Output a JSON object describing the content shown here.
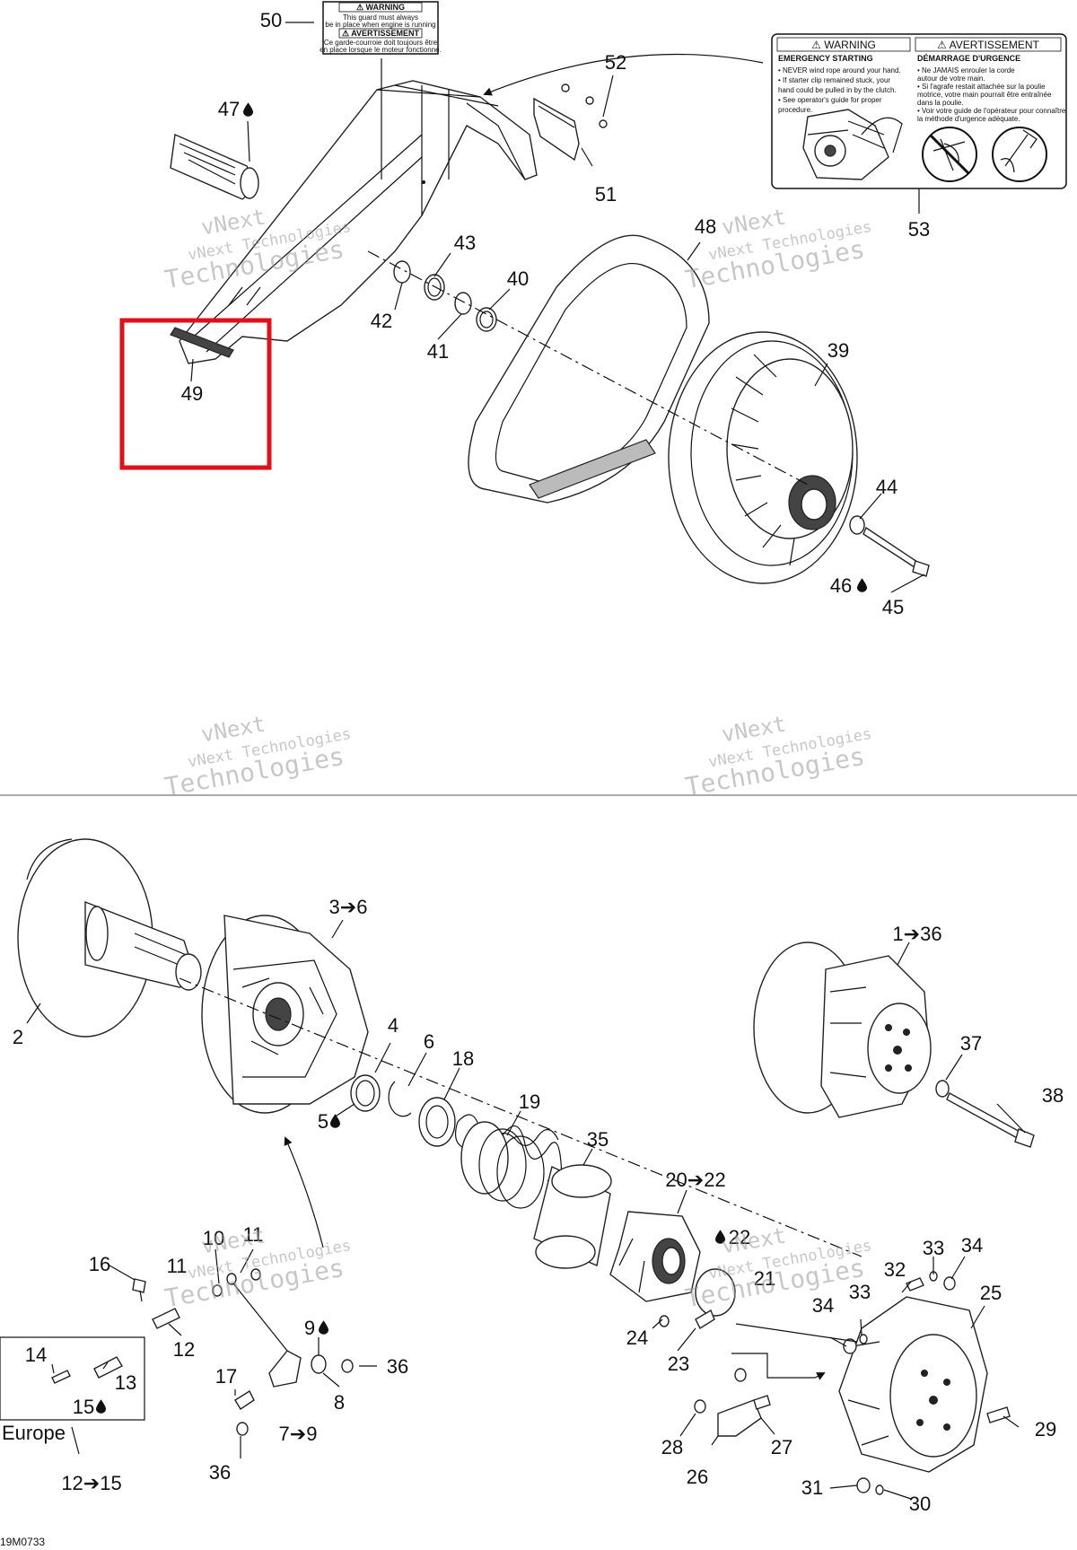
{
  "diagram_id": "19M0733",
  "europe_label": "Europe",
  "watermark": {
    "line1": "vNext",
    "line2": "vNext Technologies",
    "line3": "Technologies"
  },
  "callouts": {
    "c50": "50",
    "c47": "47",
    "c52": "52",
    "c51": "51",
    "c53": "53",
    "c48": "48",
    "c43": "43",
    "c40": "40",
    "c42": "42",
    "c41": "41",
    "c49": "49",
    "c39": "39",
    "c44": "44",
    "c46": "46",
    "c45": "45",
    "c3_6": "3➔6",
    "c1_36": "1➔36",
    "c2": "2",
    "c4": "4",
    "c6": "6",
    "c18": "18",
    "c19": "19",
    "c5": "5",
    "c35": "35",
    "c37": "37",
    "c38": "38",
    "c20_22": "20➔22",
    "c22": "22",
    "c21": "21",
    "c10": "10",
    "c11a": "11",
    "c11b": "11",
    "c16": "16",
    "c12": "12",
    "c9": "9",
    "c36a": "36",
    "c14": "14",
    "c13": "13",
    "c15": "15",
    "c17": "17",
    "c8": "8",
    "c7_9": "7➔9",
    "c36b": "36",
    "c12_15": "12➔15",
    "c33a": "33",
    "c34a": "34",
    "c32": "32",
    "c33b": "33",
    "c25": "25",
    "c34b": "34",
    "c24": "24",
    "c23": "23",
    "c28": "28",
    "c27": "27",
    "c26": "26",
    "c29": "29",
    "c31": "31",
    "c30": "30"
  },
  "label_50": {
    "warning": "⚠ WARNING",
    "warning_text_1": "This guard must always",
    "warning_text_2": "be in place when engine is running",
    "avert": "⚠ AVERTISSEMENT",
    "avert_text_1": "Ce garde-courroie doit toujours être",
    "avert_text_2": "en place lorsque le moteur fonctionne."
  },
  "label_53": {
    "warning": "⚠ WARNING",
    "avert": "⚠ AVERTISSEMENT",
    "en_head": "EMERGENCY STARTING",
    "en_1": "• NEVER wind rope around your hand.",
    "en_2": "• If starter clip remained stuck, your",
    "en_3": "hand could be pulled in by the clutch.",
    "en_4": "• See operator's guide for proper",
    "en_5": "procedure.",
    "fr_head": "DÉMARRAGE D'URGENCE",
    "fr_1": "• Ne JAMAIS enrouler la corde",
    "fr_2": "autour de votre main.",
    "fr_3": "• Si l'agrafe restait attachée sur la poulie",
    "fr_4": "motrice, votre main pourrait être entraînée",
    "fr_5": "dans la poulie.",
    "fr_6": "• Voir votre guide de l'opérateur pour connaître",
    "fr_7": "la méthode d'urgence adéquate."
  },
  "colors": {
    "highlight": "#e0101a",
    "ink": "#111111",
    "watermark": "#9a9a9a"
  },
  "icons": {
    "drop": "oil-drop-icon",
    "arrow": "range-arrow"
  }
}
